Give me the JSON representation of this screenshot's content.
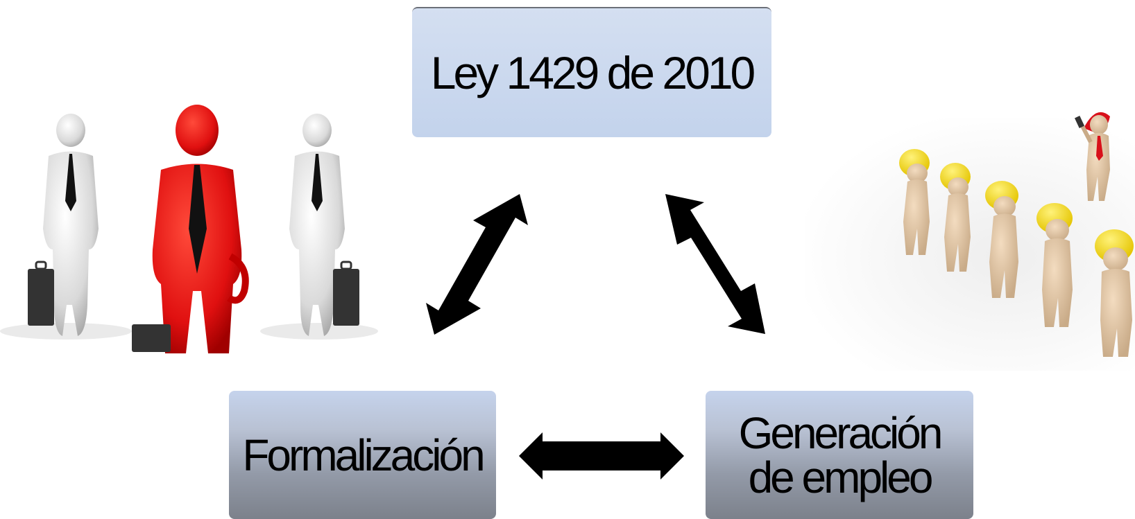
{
  "nodes": {
    "law": {
      "label": "Ley 1429 de 2010"
    },
    "formalization": {
      "label": "Formalización"
    },
    "employment": {
      "line1": "Generación",
      "line2": "de empleo"
    }
  },
  "edges": [
    {
      "from": "law",
      "to": "formalization",
      "type": "bidirectional"
    },
    {
      "from": "law",
      "to": "employment",
      "type": "bidirectional"
    },
    {
      "from": "formalization",
      "to": "employment",
      "type": "bidirectional"
    }
  ],
  "colors": {
    "box_top": "#c8d6ee",
    "box_bottom_dark": "#7c818b",
    "arrow": "#000000",
    "red_figure": "#e01010",
    "helmet_yellow": "#f2dc00",
    "helmet_red": "#d8101a"
  },
  "illustrations": {
    "left": "businessmen-with-briefcases",
    "right": "worker-line-with-supervisor"
  }
}
